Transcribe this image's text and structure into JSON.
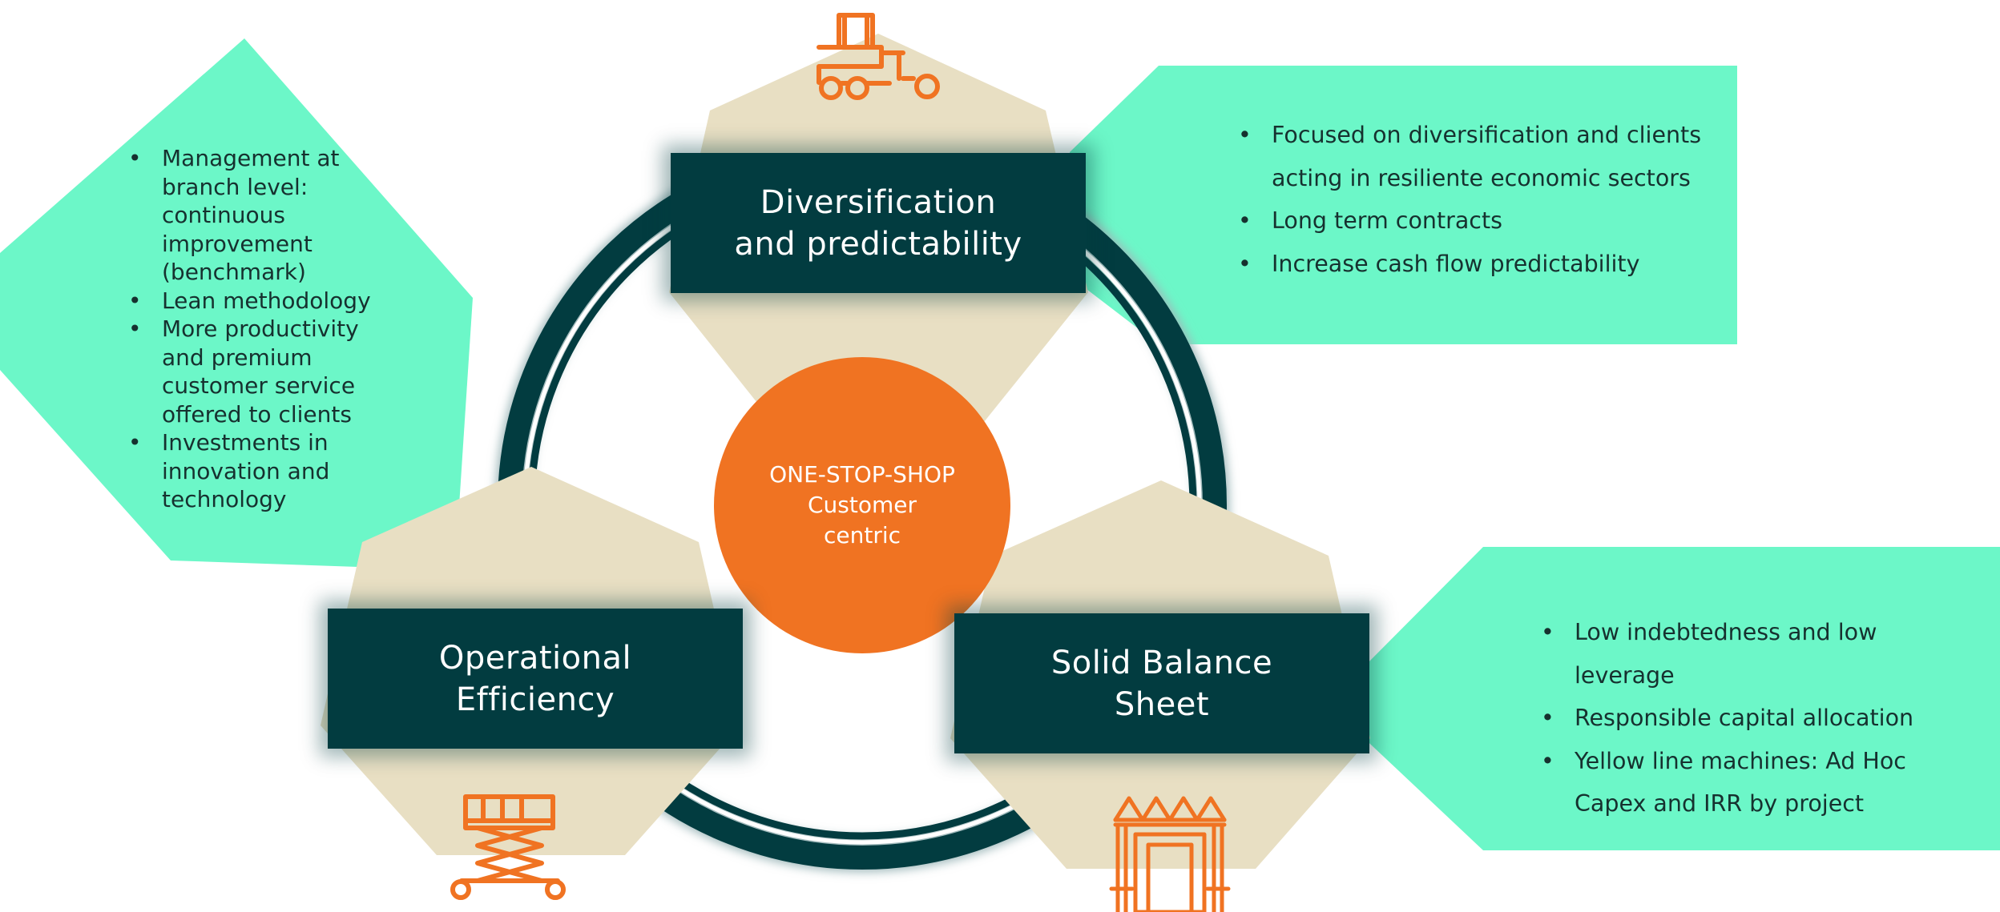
{
  "center": {
    "line1": "ONE-STOP-SHOP",
    "line2": "Customer",
    "line3": "centric"
  },
  "pillars": {
    "top": {
      "line1": "Diversification",
      "line2": "and predictability"
    },
    "left": {
      "line1": "Operational",
      "line2": "Efficiency"
    },
    "right": {
      "line1": "Solid Balance",
      "line2": "Sheet"
    }
  },
  "panels": {
    "left": [
      "Management at branch level: continuous improvement (benchmark)",
      "Lean methodology",
      "More productivity and premium customer service offered to clients",
      "Investments in innovation and technology"
    ],
    "top": [
      "Focused on diversification and clients acting in resiliente economic sectors",
      "Long term contracts",
      "Increase cash flow predictability"
    ],
    "right": [
      "Low indebtedness and low leverage",
      "Responsible capital allocation",
      "Yellow line machines: Ad Hoc Capex and IRR by project"
    ]
  },
  "icons": {
    "top": "tractor-icon",
    "left": "scissor-lift-icon",
    "right": "scaffold-icon"
  },
  "colors": {
    "dark_teal": "#023C40",
    "mint": "#6CF7C8",
    "beige": "#E8DFC3",
    "orange": "#F07322",
    "white": "#ffffff"
  }
}
